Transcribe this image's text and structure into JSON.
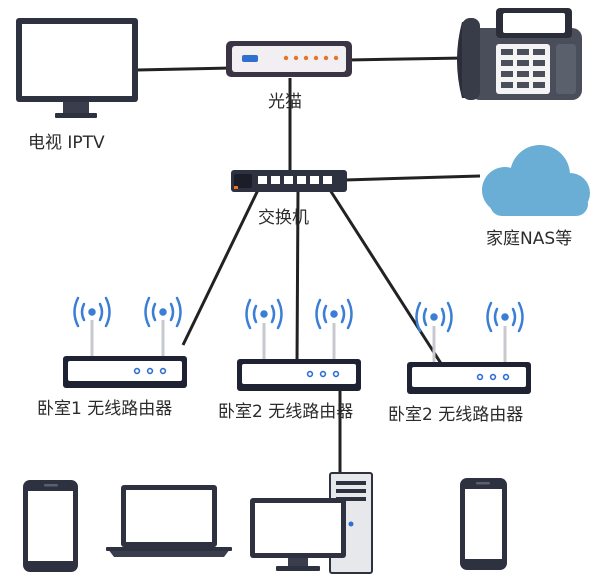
{
  "labels": {
    "tv": "电视 IPTV",
    "modem": "光猫",
    "switch": "交换机",
    "nas": "家庭NAS等",
    "router1": "卧室1 无线路由器",
    "router2": "卧室2 无线路由器",
    "router3": "卧室2 无线路由器"
  },
  "colors": {
    "line": "#222222",
    "device_dark": "#2d3140",
    "router_body": "#1f2233",
    "router_face": "#ffffff",
    "wifi_blue": "#3a7fd5",
    "cloud": "#6aaed6",
    "screen_white": "#ffffff",
    "bezel": "#2e3140",
    "phone_gray": "#4a4e5a"
  },
  "icons": [
    "tv-monitor-icon",
    "optical-modem-icon",
    "telephone-icon",
    "switch-icon",
    "cloud-icon",
    "wifi-router-icon",
    "smartphone-icon",
    "laptop-icon",
    "desktop-pc-icon"
  ]
}
